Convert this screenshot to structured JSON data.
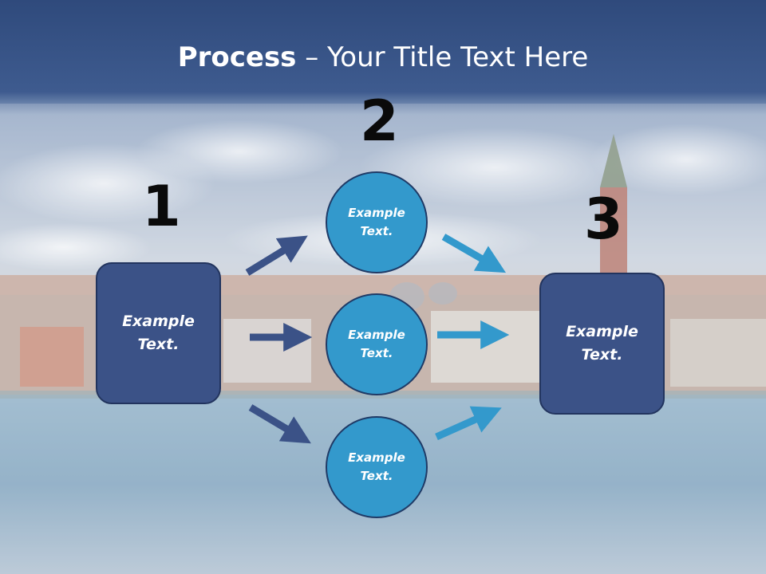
{
  "slide": {
    "title_bold": "Process",
    "title_rest": " – Your Title Text Here"
  },
  "steps": {
    "num1": "1",
    "num2": "2",
    "num3": "3"
  },
  "boxes": {
    "left": "Example Text.",
    "right": "Example Text."
  },
  "circles": {
    "top": "Example Text.",
    "middle": "Example Text.",
    "bottom": "Example Text."
  },
  "colors": {
    "box": "#3b5287",
    "circle": "#3399cc",
    "arrow_dark": "#3b5287",
    "arrow_light": "#3399cc"
  }
}
